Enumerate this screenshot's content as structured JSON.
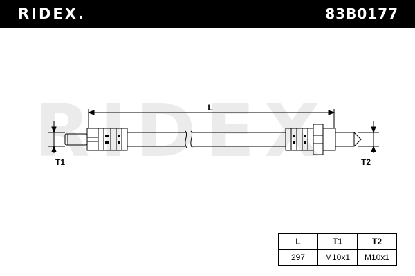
{
  "header": {
    "brand": "RIDEX.",
    "part_number": "83B0177"
  },
  "watermark": "RIDEX",
  "drawing": {
    "label_length": "L",
    "label_thread_left": "T1",
    "label_thread_right": "T2"
  },
  "spec_table": {
    "headers": [
      "L",
      "T1",
      "T2"
    ],
    "values": [
      "297",
      "M10x1",
      "M10x1"
    ]
  }
}
